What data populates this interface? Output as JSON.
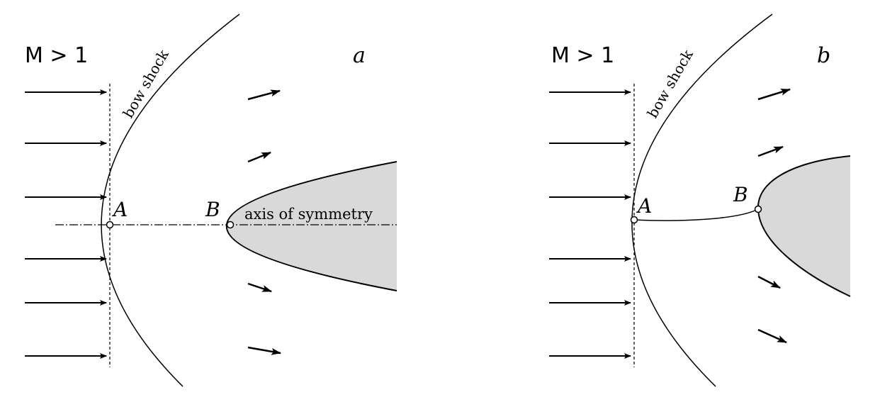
{
  "panel_a": {
    "panel_label": "a",
    "mach_label": "M > 1",
    "shock_label": "bow shock",
    "point_a": "A",
    "point_b": "B",
    "axis_label": "axis of symmetry"
  },
  "panel_b": {
    "panel_label": "b",
    "mach_label": "M > 1",
    "shock_label": "bow shock",
    "point_a": "A",
    "point_b": "B"
  },
  "colors": {
    "body_fill": "#d9d9d9",
    "stroke": "#000000"
  }
}
